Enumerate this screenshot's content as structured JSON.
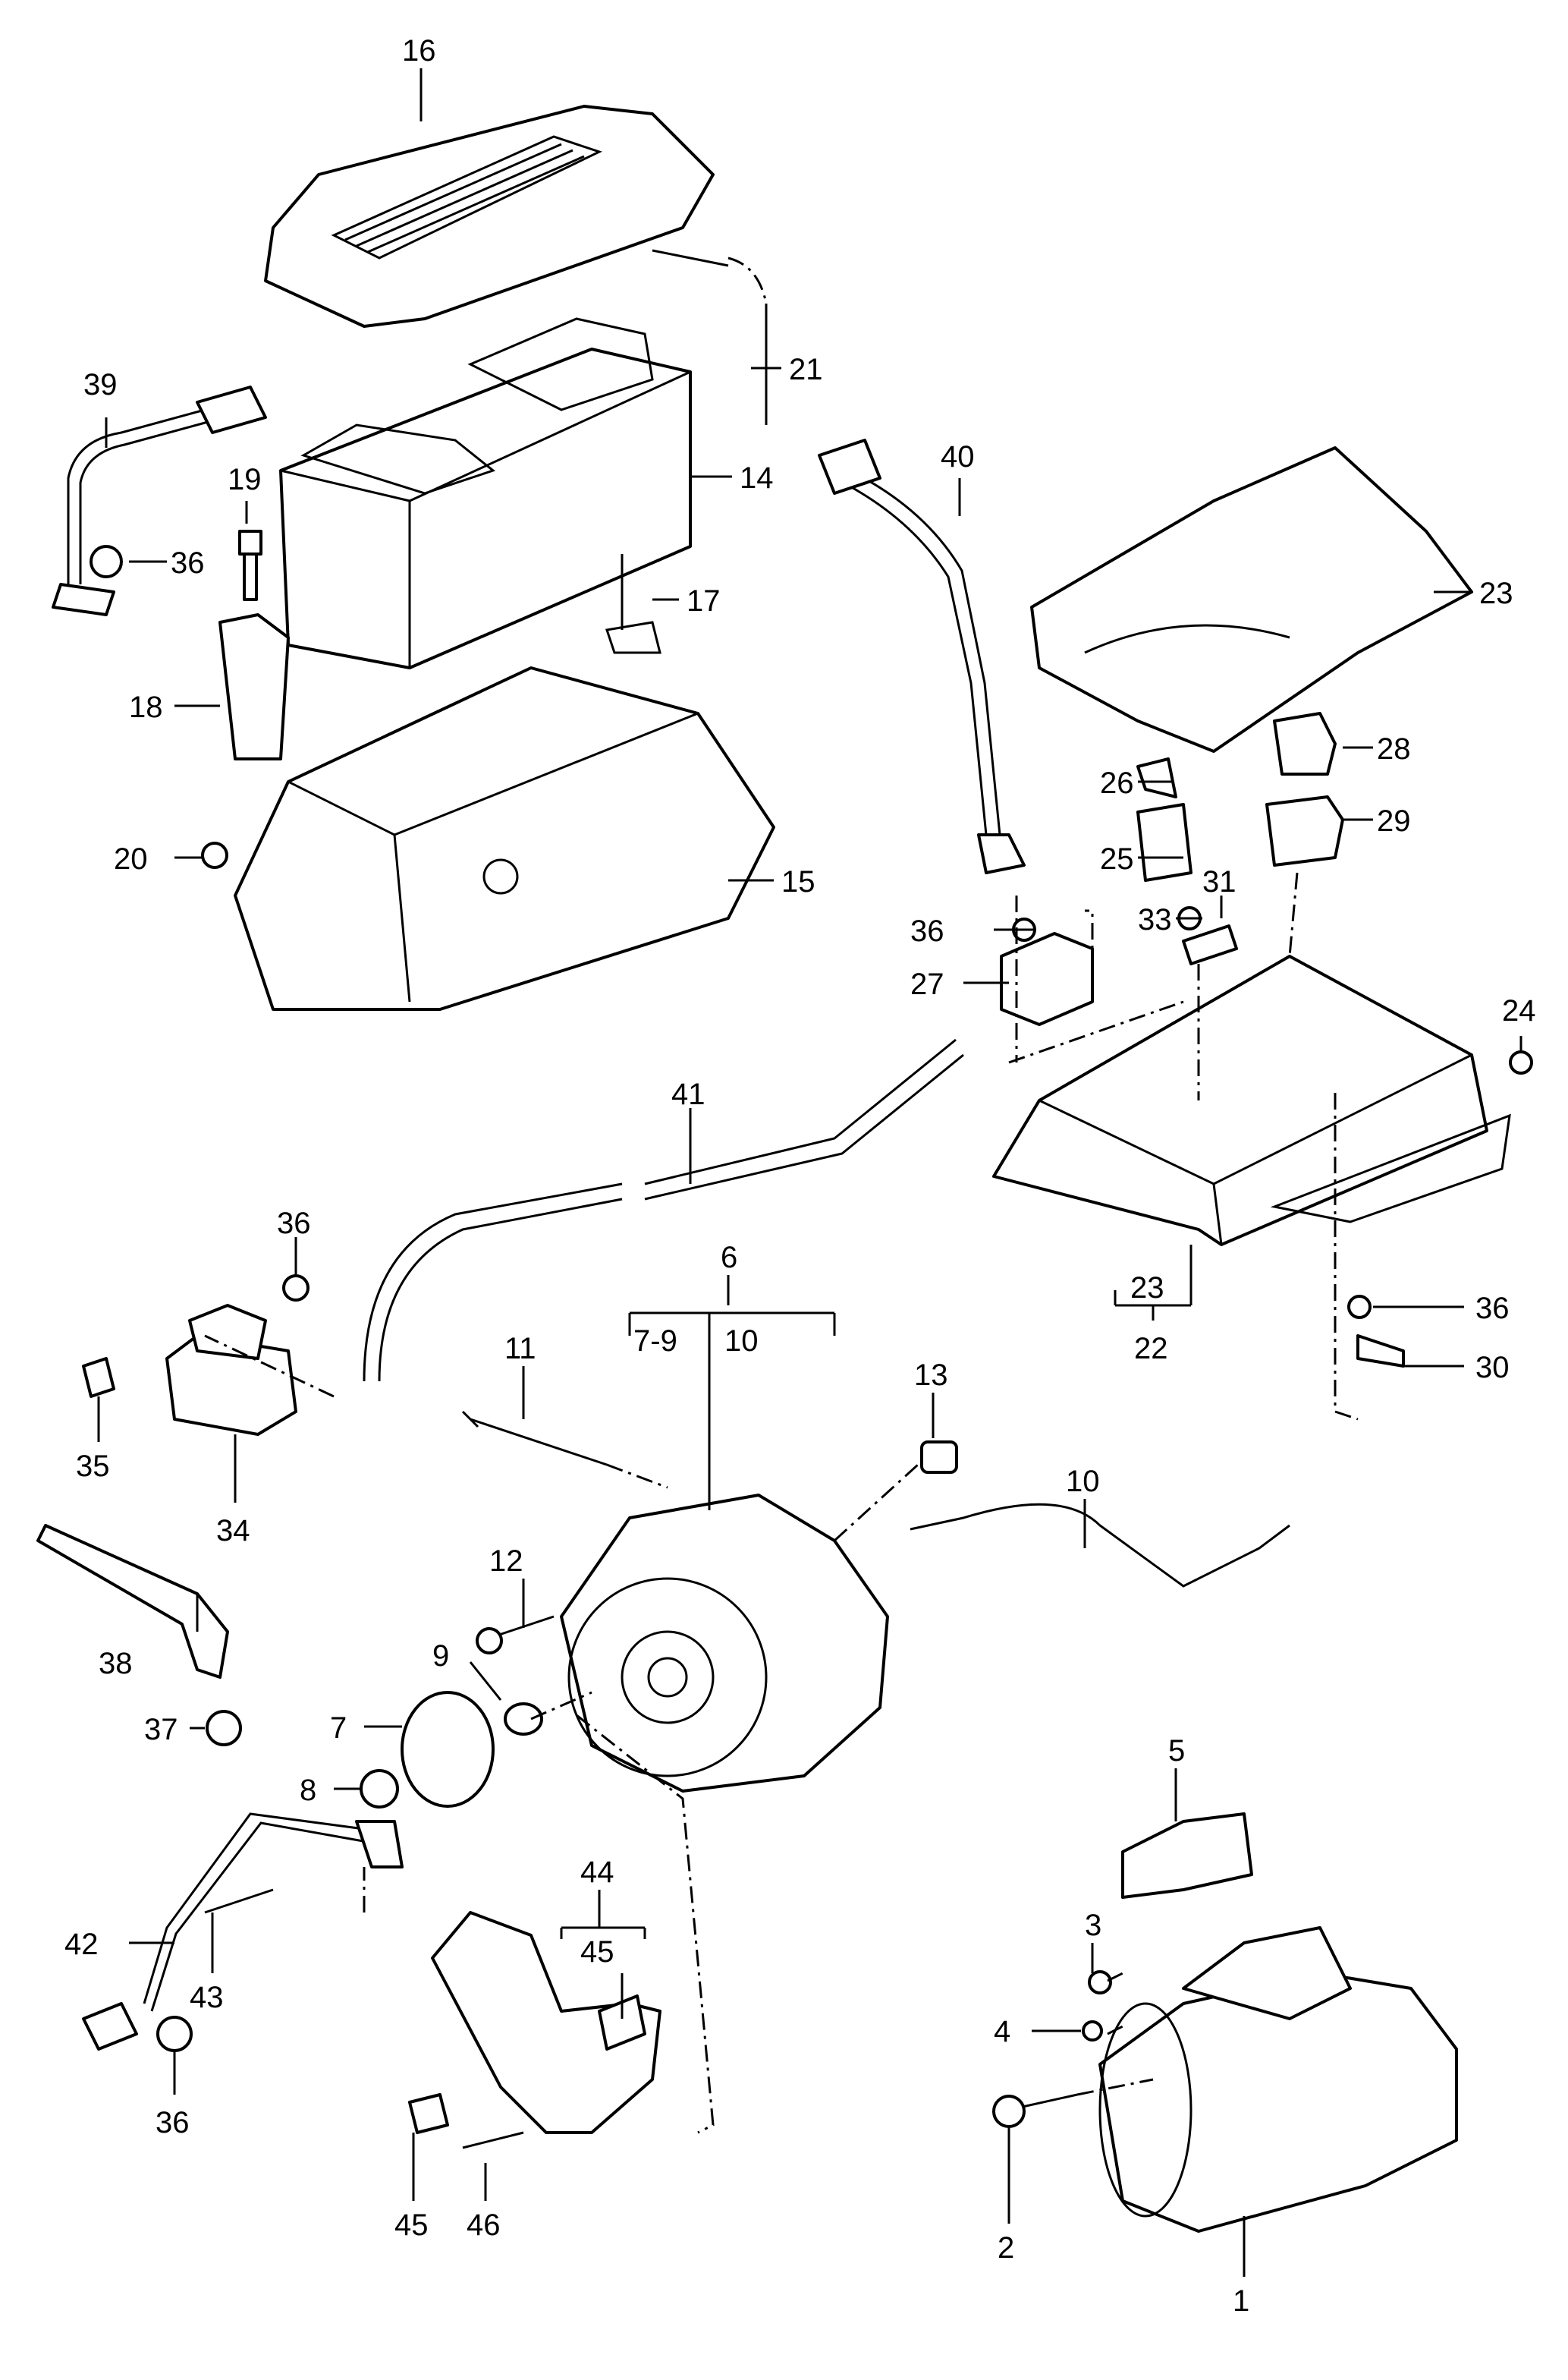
{
  "labels": {
    "l1": "1",
    "l2": "2",
    "l3": "3",
    "l4": "4",
    "l5": "5",
    "l6": "6",
    "l7": "7",
    "l7_9": "7-9",
    "l8": "8",
    "l9": "9",
    "l10a": "10",
    "l10b": "10",
    "l11": "11",
    "l12": "12",
    "l13": "13",
    "l14": "14",
    "l15": "15",
    "l16": "16",
    "l17": "17",
    "l18": "18",
    "l19": "19",
    "l20": "20",
    "l21": "21",
    "l22": "22",
    "l23a": "23",
    "l23b": "23",
    "l24": "24",
    "l25": "25",
    "l26": "26",
    "l27": "27",
    "l28": "28",
    "l29": "29",
    "l30": "30",
    "l31": "31",
    "l33": "33",
    "l34": "34",
    "l35": "35",
    "l36a": "36",
    "l36b": "36",
    "l36c": "36",
    "l36d": "36",
    "l36e": "36",
    "l37": "37",
    "l38": "38",
    "l39": "39",
    "l40": "40",
    "l41": "41",
    "l42": "42",
    "l43": "43",
    "l44": "44",
    "l45a": "45",
    "l45b": "45",
    "l46": "46"
  }
}
